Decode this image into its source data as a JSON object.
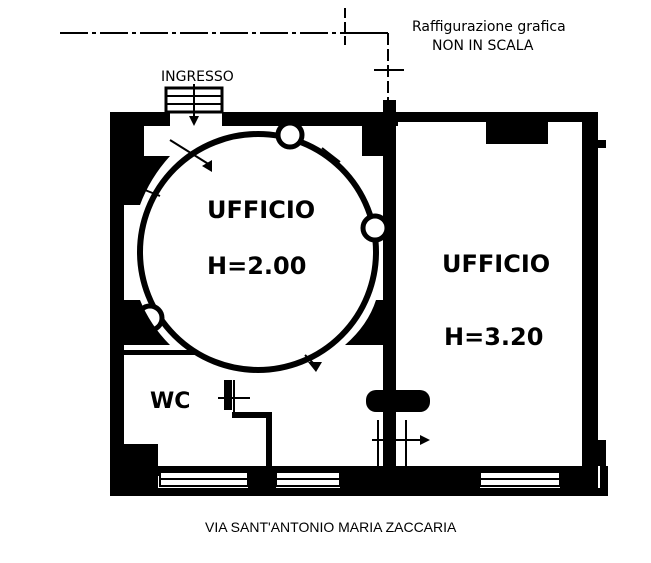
{
  "note": {
    "line1": "Raffigurazione grafica",
    "line2": "NON IN SCALA"
  },
  "entrance": {
    "label": "INGRESSO"
  },
  "rooms": [
    {
      "name": "UFFICIO",
      "height": "H=2.00"
    },
    {
      "name": "UFFICIO",
      "height": "H=3.20"
    },
    {
      "name": "WC"
    }
  ],
  "street": {
    "label": "VIA SANT'ANTONIO MARIA ZACCARIA"
  },
  "colors": {
    "ink": "#000000",
    "paper": "#ffffff"
  }
}
